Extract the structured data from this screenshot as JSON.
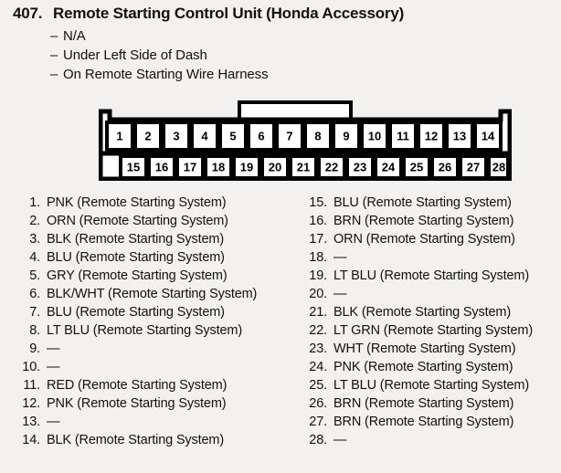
{
  "header": {
    "number": "407.",
    "title": "Remote Starting Control Unit (Honda Accessory)",
    "bullets": [
      {
        "dash": "–",
        "text": "N/A"
      },
      {
        "dash": "–",
        "text": "Under Left Side of Dash"
      },
      {
        "dash": "–",
        "text": "On Remote Starting Wire Harness"
      }
    ]
  },
  "connector": {
    "type": "28-pin-connector",
    "top_row_pins": [
      "1",
      "2",
      "3",
      "4",
      "5",
      "6",
      "7",
      "8",
      "9",
      "10",
      "11",
      "12",
      "13",
      "14"
    ],
    "bottom_row_pins": [
      "15",
      "16",
      "17",
      "18",
      "19",
      "20",
      "21",
      "22",
      "23",
      "24",
      "25",
      "26",
      "27",
      "28"
    ],
    "latch_spans_pins": "6-9",
    "outline_color": "#000000",
    "cell_fill": "#ffffff"
  },
  "pin_list": {
    "left_column": [
      {
        "no": "1.",
        "desc": "PNK (Remote Starting System)"
      },
      {
        "no": "2.",
        "desc": "ORN (Remote Starting System)"
      },
      {
        "no": "3.",
        "desc": "BLK (Remote Starting System)"
      },
      {
        "no": "4.",
        "desc": "BLU (Remote Starting System)"
      },
      {
        "no": "5.",
        "desc": "GRY (Remote Starting System)"
      },
      {
        "no": "6.",
        "desc": "BLK/WHT (Remote Starting System)"
      },
      {
        "no": "7.",
        "desc": "BLU (Remote Starting System)"
      },
      {
        "no": "8.",
        "desc": "LT BLU (Remote Starting System)"
      },
      {
        "no": "9.",
        "desc": "—"
      },
      {
        "no": "10.",
        "desc": "—"
      },
      {
        "no": "11.",
        "desc": "RED (Remote Starting System)"
      },
      {
        "no": "12.",
        "desc": "PNK (Remote Starting System)"
      },
      {
        "no": "13.",
        "desc": "—"
      },
      {
        "no": "14.",
        "desc": "BLK (Remote Starting System)"
      }
    ],
    "right_column": [
      {
        "no": "15.",
        "desc": "BLU (Remote Starting System)"
      },
      {
        "no": "16.",
        "desc": "BRN (Remote Starting System)"
      },
      {
        "no": "17.",
        "desc": "ORN (Remote Starting System)"
      },
      {
        "no": "18.",
        "desc": "—"
      },
      {
        "no": "19.",
        "desc": "LT BLU (Remote Starting System)"
      },
      {
        "no": "20.",
        "desc": "—"
      },
      {
        "no": "21.",
        "desc": "BLK (Remote Starting System)"
      },
      {
        "no": "22.",
        "desc": "LT GRN (Remote Starting System)"
      },
      {
        "no": "23.",
        "desc": "WHT (Remote Starting System)"
      },
      {
        "no": "24.",
        "desc": "PNK (Remote Starting System)"
      },
      {
        "no": "25.",
        "desc": "LT BLU (Remote Starting System)"
      },
      {
        "no": "26.",
        "desc": "BRN (Remote Starting System)"
      },
      {
        "no": "27.",
        "desc": "BRN (Remote Starting System)"
      },
      {
        "no": "28.",
        "desc": "—"
      }
    ]
  }
}
